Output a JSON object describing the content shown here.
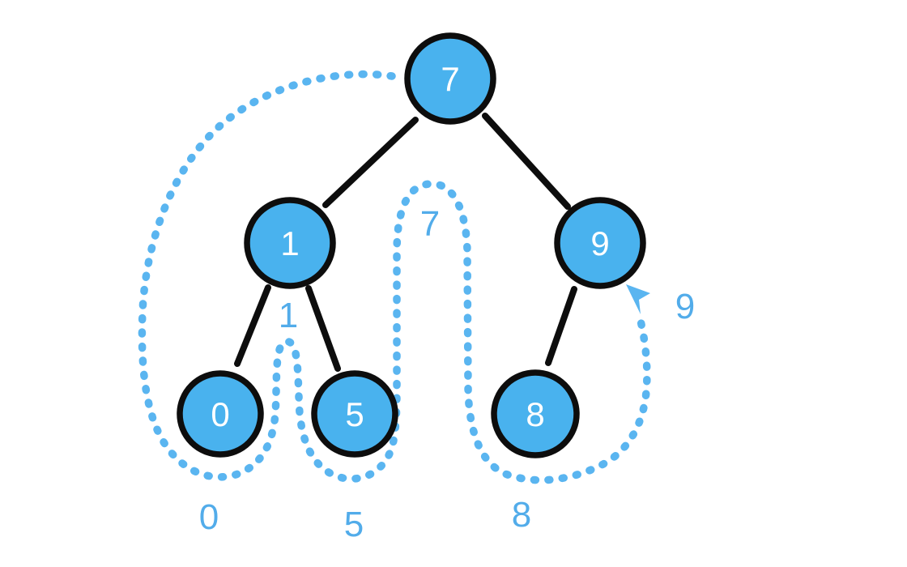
{
  "diagram": {
    "kind": "binary-tree-traversal-sketch",
    "background": "#ffffff",
    "tree": {
      "nodes": [
        {
          "value": "7"
        },
        {
          "value": "1"
        },
        {
          "value": "9"
        },
        {
          "value": "0"
        },
        {
          "value": "5"
        },
        {
          "value": "8"
        }
      ],
      "edges": [
        {
          "from": "7",
          "to": "1"
        },
        {
          "from": "7",
          "to": "9"
        },
        {
          "from": "1",
          "to": "0"
        },
        {
          "from": "1",
          "to": "5"
        },
        {
          "from": "9",
          "to": "8"
        }
      ]
    },
    "traversal": {
      "order_labels": [
        {
          "text": "0"
        },
        {
          "text": "1"
        },
        {
          "text": "5"
        },
        {
          "text": "7"
        },
        {
          "text": "8"
        },
        {
          "text": "9"
        }
      ],
      "sequence": "0 1 5 7 8 9"
    },
    "colors": {
      "node_fill": "#49B2EE",
      "node_border": "#0d0d0d",
      "node_text": "#ffffff",
      "edge": "#0d0d0d",
      "path_dots": "#5AB5F0",
      "label_text": "#52ACEA"
    }
  }
}
